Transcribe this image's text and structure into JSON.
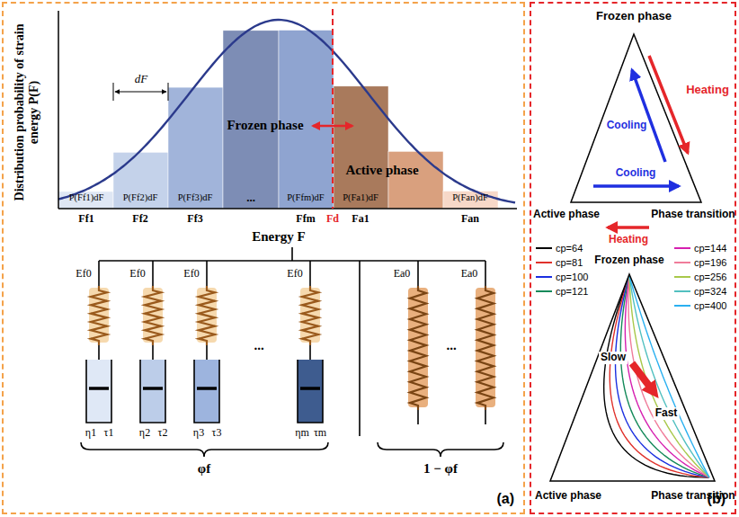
{
  "diagram": {
    "nodes": [
      {
        "text": [
          "(a)"
        ]
      },
      {
        "text": [
          "(b)"
        ]
      }
    ],
    "labels": [
      "Distribution probability of strain energy P(F)",
      "dF",
      "Frozen phase",
      "Active phase",
      "P(Ff1)dF",
      "P(Ff2)dF",
      "P(Ff3)dF",
      "...",
      "P(Ffm)dF",
      "P(Fa1)dF",
      "P(Fan)dF",
      "Ff1",
      "Ff2",
      "Ff3",
      "Ffm",
      "Fd",
      "Fa1",
      "Fan",
      "Energy F",
      "Ef0",
      "Ef0",
      "Ef0",
      "Ef0",
      "...",
      "Ea0",
      "Ea0",
      "...",
      "η1",
      "τ1",
      "η2",
      "τ2",
      "η3",
      "τ3",
      "ηm",
      "τm",
      "φf",
      "1 − φf",
      "Frozen phase",
      "Heating",
      "Cooling",
      "Cooling",
      "Active phase",
      "Phase transition",
      "Heating",
      "Frozen phase",
      "Slow",
      "Fast",
      "Active phase",
      "Phase transition"
    ],
    "legend": [
      {
        "text": "cp=64"
      },
      {
        "text": "cp=81"
      },
      {
        "text": "cp=100"
      },
      {
        "text": "cp=121"
      },
      {
        "text": "cp=144"
      },
      {
        "text": "cp=196"
      },
      {
        "text": "cp=256"
      },
      {
        "text": "cp=324"
      },
      {
        "text": "cp=400"
      }
    ]
  }
}
